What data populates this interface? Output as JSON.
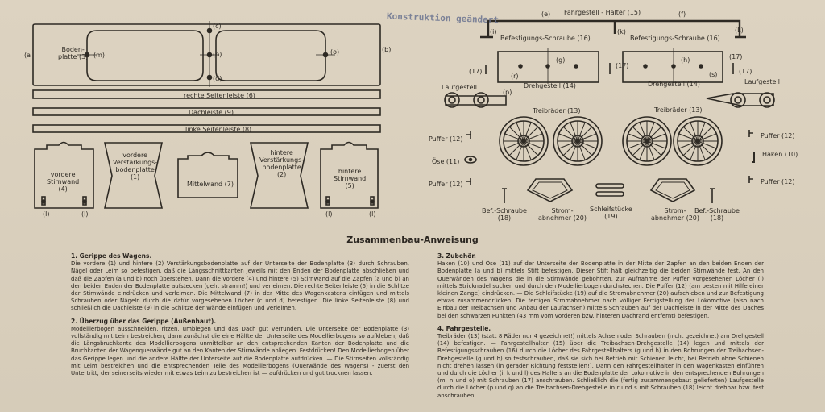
{
  "stamp": "Konstruktion geändert",
  "labels": {
    "bodenplatte": "Boden-\nplatte (3)",
    "a": "(a",
    "b": "(b)",
    "c": "(c)",
    "d": "(d)",
    "m": "(m)",
    "n": "(n)",
    "o": "(o)",
    "rechte_seitenleiste": "rechte Seitenleiste (6)",
    "dachleiste": "Dachleiste (9)",
    "linke_seitenleiste": "linke Seitenleiste (8)",
    "vordere_stirnwand": "vordere\nStirnwand\n(4)",
    "vordere_verstaerkung": "vordere\nVerstärkungs-\nbodenplatte\n(1)",
    "mittelwand": "Mittelwand (7)",
    "hintere_verstaerkung": "hintere\nVerstärkungs-\nbodenplatte\n(2)",
    "hintere_stirnwand": "hintere\nStirnwand\n(5)",
    "l1": "(l)",
    "l2": "(l)",
    "l3": "(l)",
    "l4": "(l)",
    "fahrgestell_halter": "Fahrgestell - Halter (15)",
    "e": "(e)",
    "f": "(f)",
    "befestigungs_schraube_1": "Befestigungs-Schraube (16)",
    "befestigungs_schraube_2": "Befestigungs-Schraube (16)",
    "i": "(i)",
    "k": "(k)",
    "L": "(L)",
    "g": "(g)",
    "h": "(h)",
    "r": "(r)",
    "s": "(s)",
    "p": "(p)",
    "s17_1": "(17)",
    "s17_2": "(17)",
    "s17_3": "(17)",
    "s17_4": "(17)",
    "drehgestell_1": "Drehgestell (14)",
    "drehgestell_2": "Drehgestell (14)",
    "laufgestell_1": "Laufgestell",
    "laufgestell_2": "Laufgestell",
    "treibraeder_1": "Treibräder (13)",
    "treibraeder_2": "Treibräder (13)",
    "puffer_l1": "Puffer (12)",
    "oese": "Öse (11)",
    "puffer_l2": "Puffer (12)",
    "puffer_r1": "Puffer (12)",
    "haken": "Haken (10)",
    "puffer_r2": "Puffer (12)",
    "bef_schraube_1": "Bef.-Schraube\n(18)",
    "stromabnehmer_1": "Strom-\nabnehmer (20)",
    "schleifstuecke": "Schleifstücke\n(19)",
    "stromabnehmer_2": "Strom-\nabnehmer (20)",
    "bef_schraube_2": "Bef.-Schraube\n(18)"
  },
  "instructions": {
    "title": "Zusammenbau-Anweisung",
    "s1_heading": "1. Gerippe des Wagens.",
    "s1_text": "Die vordere (1) und hintere (2) Verstärkungsbodenplatte auf der Unterseite der Bodenplatte (3) durch Schrauben, Nägel oder Leim so befestigen, daß die Längsschnittkanten jeweils mit den Enden der Bodenplatte abschließen und daß die Zapfen (a und b) noch überstehen. Dann die vordere (4) und hintere (5) Stirnwand auf die Zapfen (a und b) an den beiden Enden der Bodenplatte aufstecken (geht stramm!) und verleimen. Die rechte Seitenleiste (6) in die Schlitze der Stirnwände eindrücken und verleimen. Die Mittelwand (7) in der Mitte des Wagenkastens einfügen und mittels Schrauben oder Nägeln durch die dafür vorgesehenen Löcher (c und d) befestigen. Die linke Seitenleiste (8) und schließlich die Dachleiste (9) in die Schlitze der Wände einfügen und verleimen.",
    "s2_heading": "2. Überzug über das Gerippe (Außenhaut).",
    "s2_text": "Modellierbogen ausschneiden, ritzen, umbiegen und das Dach gut verrunden. Die Unterseite der Bodenplatte (3) vollständig mit Leim bestreichen, dann zunächst die eine Hälfte der Unterseite des Modellierbogens so aufkleben, daß die Längsbruchkante des Modellierbogens unmittelbar an den entsprechenden Kanten der Bodenplatte und die Bruchkanten der Wagenquerwände gut an den Kanten der Stirnwände anliegen. Festdrücken! Den Modellierbogen über das Gerippe legen und die andere Hälfte der Unterseite auf die Bodenplatte aufdrücken. — Die Stirnseiten vollständig mit Leim bestreichen und die entsprechenden Teile des Modellierbogens (Querwände des Wagens) - zuerst den Untertritt, der seinerseits wieder mit etwas Leim zu bestreichen ist — aufdrücken und gut trocknen lassen.",
    "s3_heading": "3. Zubehör.",
    "s3_text": "Haken (10) und Öse (11) auf der Unterseite der Bodenplatte in der Mitte der Zapfen an den beiden Enden der Bodenplatte (a und b) mittels Stift befestigen. Dieser Stift hält gleichzeitig die beiden Stirnwände fest. An den Querwänden des Wagens die in die Stirnwände gebohrten, zur Aufnahme der Puffer vorgesehenen Löcher (l) mittels Stricknadel suchen und durch den Modellierbogen durchstechen. Die Puffer (12) (am besten mit Hilfe einer kleinen Zange) eindrücken. — Die Schleifstücke (19) auf die Stromabnehmer (20) aufschieben und zur Befestigung etwas zusammendrücken. Die fertigen Stromabnehmer nach völliger Fertigstellung der Lokomotive (also nach Einbau der Treibachsen und Anbau der Laufachsen) mittels Schrauben auf der Dachleiste in der Mitte des Daches bei den schwarzen Punkten (43 mm vom vorderen bzw. hinteren Dachrand entfernt) befestigen.",
    "s4_heading": "4. Fahrgestelle.",
    "s4_text": "Treibräder (13) (statt 8 Räder nur 4 gezeichnet!) mittels Achsen oder Schrauben (nicht gezeichnet) am Drehgestell (14) befestigen. — Fahrgestellhalter (15) über die Treibachsen-Drehgestelle (14) legen und mittels der Befestigungsschrauben (16) durch die Löcher des Fahrgestellhalters (g und h) in den Bohrungen der Treibachsen-Drehgestelle (g und h) so festschrauben, daß sie sich bei Betrieb mit Schienen leicht, bei Betrieb ohne Schienen nicht drehen lassen (in gerader Richtung feststellen!). Dann den Fahrgestellhalter in den Wagenkasten einführen und durch die Löcher (i, k und l) des Halters an die Bodenplatte der Lokomotive in den entsprechenden Bohrungen (m, n und o) mit Schrauben (17) anschrauben. Schließlich die (fertig zusammengebaut gelieferten) Laufgestelle durch die Löcher (p und q) an die Treibachsen-Drehgestelle in r und s mit Schrauben (18) leicht drehbar bzw. fest anschrauben."
  }
}
